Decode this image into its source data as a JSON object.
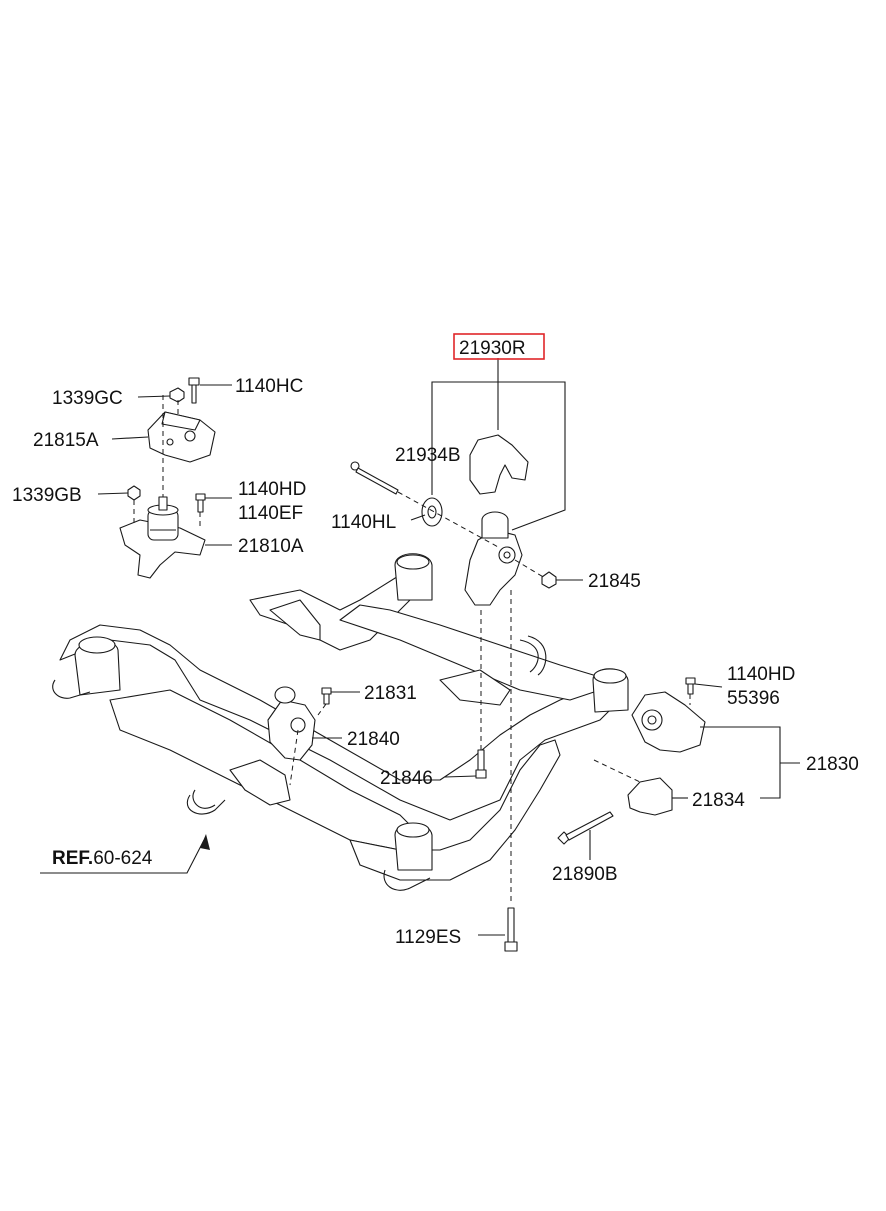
{
  "colors": {
    "highlight": "#e0262a",
    "line": "#1a1a1a"
  },
  "labels": {
    "p21930R": "21930R",
    "p1140HC": "1140HC",
    "p1339GC": "1339GC",
    "p21815A": "21815A",
    "p21934B": "21934B",
    "p1339GB": "1339GB",
    "p1140HD_a": "1140HD",
    "p1140EF": "1140EF",
    "p1140HL": "1140HL",
    "p21810A": "21810A",
    "p21845": "21845",
    "p1140HD_b": "1140HD",
    "p55396": "55396",
    "p21831": "21831",
    "p21840": "21840",
    "p21830": "21830",
    "p21846": "21846",
    "p21834": "21834",
    "ref_bold": "REF.",
    "ref_num": "60-624",
    "p21890B": "21890B",
    "p1129ES": "1129ES"
  }
}
